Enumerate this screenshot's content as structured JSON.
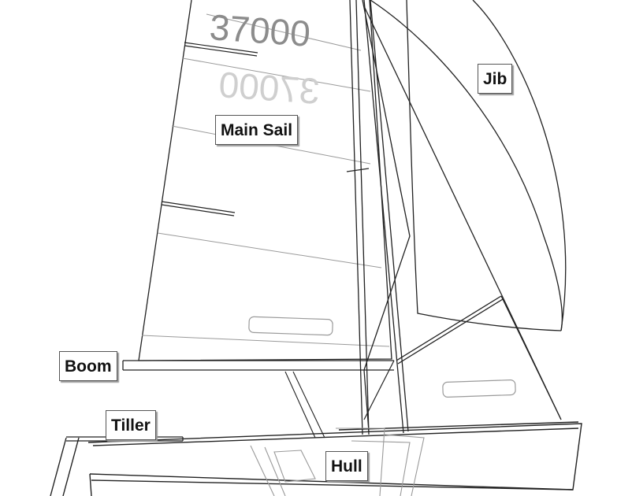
{
  "labels": {
    "jib": "Jib",
    "main_sail": "Main Sail",
    "boom": "Boom",
    "tiller": "Tiller",
    "hull": "Hull"
  },
  "sail_number": "37000",
  "colors": {
    "outline": "#222222",
    "seams": "#9a9a9a",
    "sail_number": "#8c8c8c",
    "sail_number_mirrored": "#cfcfcf",
    "label_border": "#555555"
  }
}
